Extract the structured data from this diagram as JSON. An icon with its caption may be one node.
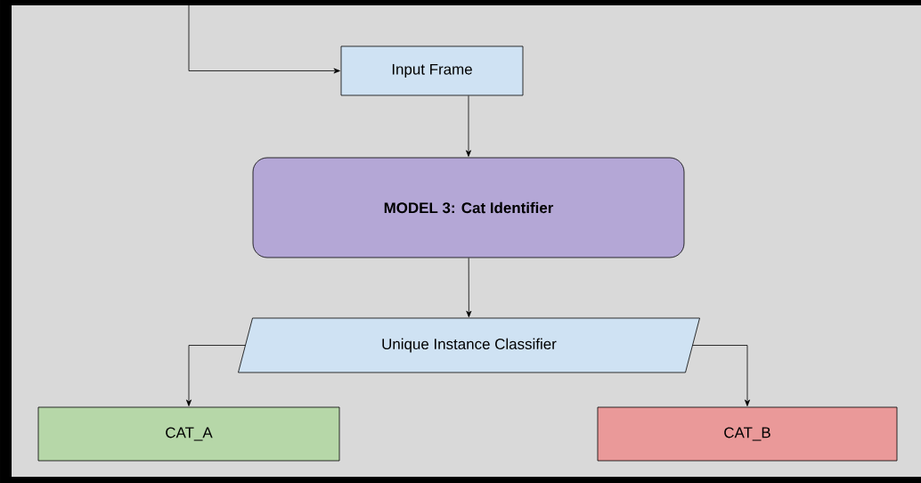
{
  "diagram": {
    "nodes": [
      {
        "text": [
          "Input Frame"
        ]
      },
      {
        "text": [
          "**MODEL 3: Cat Identifier**"
        ]
      },
      {
        "text": [
          "Unique Instance Classifier"
        ]
      },
      {
        "text": [
          "CAT_A"
        ]
      },
      {
        "text": [
          "CAT_B"
        ]
      }
    ],
    "edges": [
      {
        "from": null,
        "to": 0,
        "arrow": "to"
      },
      {
        "from": 0,
        "to": 1,
        "arrow": "to"
      },
      {
        "from": 1,
        "to": 2,
        "arrow": "to"
      },
      {
        "from": 2,
        "to": 3,
        "arrow": "to"
      },
      {
        "from": 2,
        "to": 4,
        "arrow": "to"
      }
    ]
  }
}
